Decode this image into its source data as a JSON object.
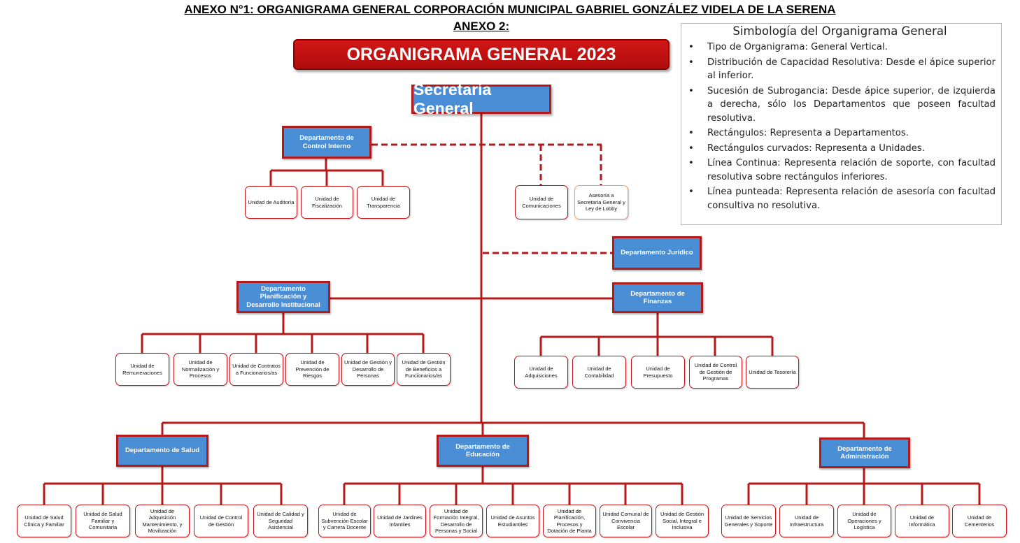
{
  "header": {
    "title": "ANEXO N°1: ORGANIGRAMA GENERAL CORPORACIÓN MUNICIPAL GABRIEL GONZÁLEZ VIDELA DE LA SERENA",
    "subtitle": "ANEXO 2:"
  },
  "chart": {
    "title": "ORGANIGRAMA GENERAL 2023",
    "top": "Secretaría General",
    "control_interno": {
      "name": "Departamento de Control Interno",
      "units": [
        "Unidad de Auditoría",
        "Unidad de Fiscalización",
        "Unidad de Transparencia"
      ]
    },
    "advisory_units": [
      "Unidad de Comunicaciones",
      "Asesoría a Secretaria General y Ley de Lobby"
    ],
    "juridico": "Departamento Jurídico",
    "planificacion": {
      "name": "Departamento Planificación y Desarrollo Institucional",
      "units": [
        "Unidad de Remuneraciones",
        "Unidad de Normalización y Procesos",
        "Unidad de Contratos a Funcionarios/as",
        "Unidad de Prevención de Riesgos",
        "Unidad de Gestión y Desarrollo de Personas",
        "Unidad de Gestión de Beneficios a Funcionarios/as"
      ]
    },
    "finanzas": {
      "name": "Departamento de Finanzas",
      "units": [
        "Unidad de Adquisiciones",
        "Unidad de Contabilidad",
        "Unidad de Presupuesto",
        "Unidad de Control de Gestión de Programas",
        "Unidad de Tesorería"
      ]
    },
    "salud": {
      "name": "Departamento de Salud",
      "units": [
        "Unidad de Salud Clínica y Familiar",
        "Unidad de Salud Familiar y Comunitaria",
        "Unidad de Adquisición Mantenimiento, y Movilización",
        "Unidad de Control de Gestión",
        "Unidad de Calidad y Seguridad Asistencial"
      ]
    },
    "educacion": {
      "name": "Departamento de Educación",
      "units": [
        "Unidad de Subvención Escolar y Carrera Docente",
        "Unidad de Jardines Infantiles",
        "Unidad de Formación Integral, Desarrollo de Personas y Social",
        "Unidad de Asuntos Estudiantiles",
        "Unidad de Planificación, Procesos y Dotación de Planta",
        "Unidad Comunal de Convivencia Escolar",
        "Unidad de Gestión Social, Integral e Inclusiva"
      ]
    },
    "administracion": {
      "name": "Departamento de Administración",
      "units": [
        "Unidad de Servicios Generales y Soporte",
        "Unidad de Infraestructura",
        "Unidad de Operaciones y Logística",
        "Unidad de Informática",
        "Unidad de Cementerios"
      ]
    }
  },
  "legend": {
    "title": "Simbología del Organigrama General",
    "items": [
      "Tipo de Organigrama: General Vertical.",
      "Distribución de Capacidad Resolutiva: Desde el ápice superior al inferior.",
      "Sucesión de Subrogancia: Desde ápice superior, de izquierda a derecha, sólo los Departamentos que poseen facultad resolutiva.",
      "Rectángulos: Representa a Departamentos.",
      "Rectángulos curvados: Representa a Unidades.",
      "Línea Continua: Representa relación de soporte, con facultad resolutiva sobre rectángulos inferiores.",
      "Línea punteada: Representa relación de asesoría con facultad consultiva no resolutiva."
    ]
  },
  "colors": {
    "line": "#b51a1a",
    "department_fill": "#4a8fd6",
    "banner": "#c41212",
    "advisory_unit_border": "#f0a060"
  }
}
